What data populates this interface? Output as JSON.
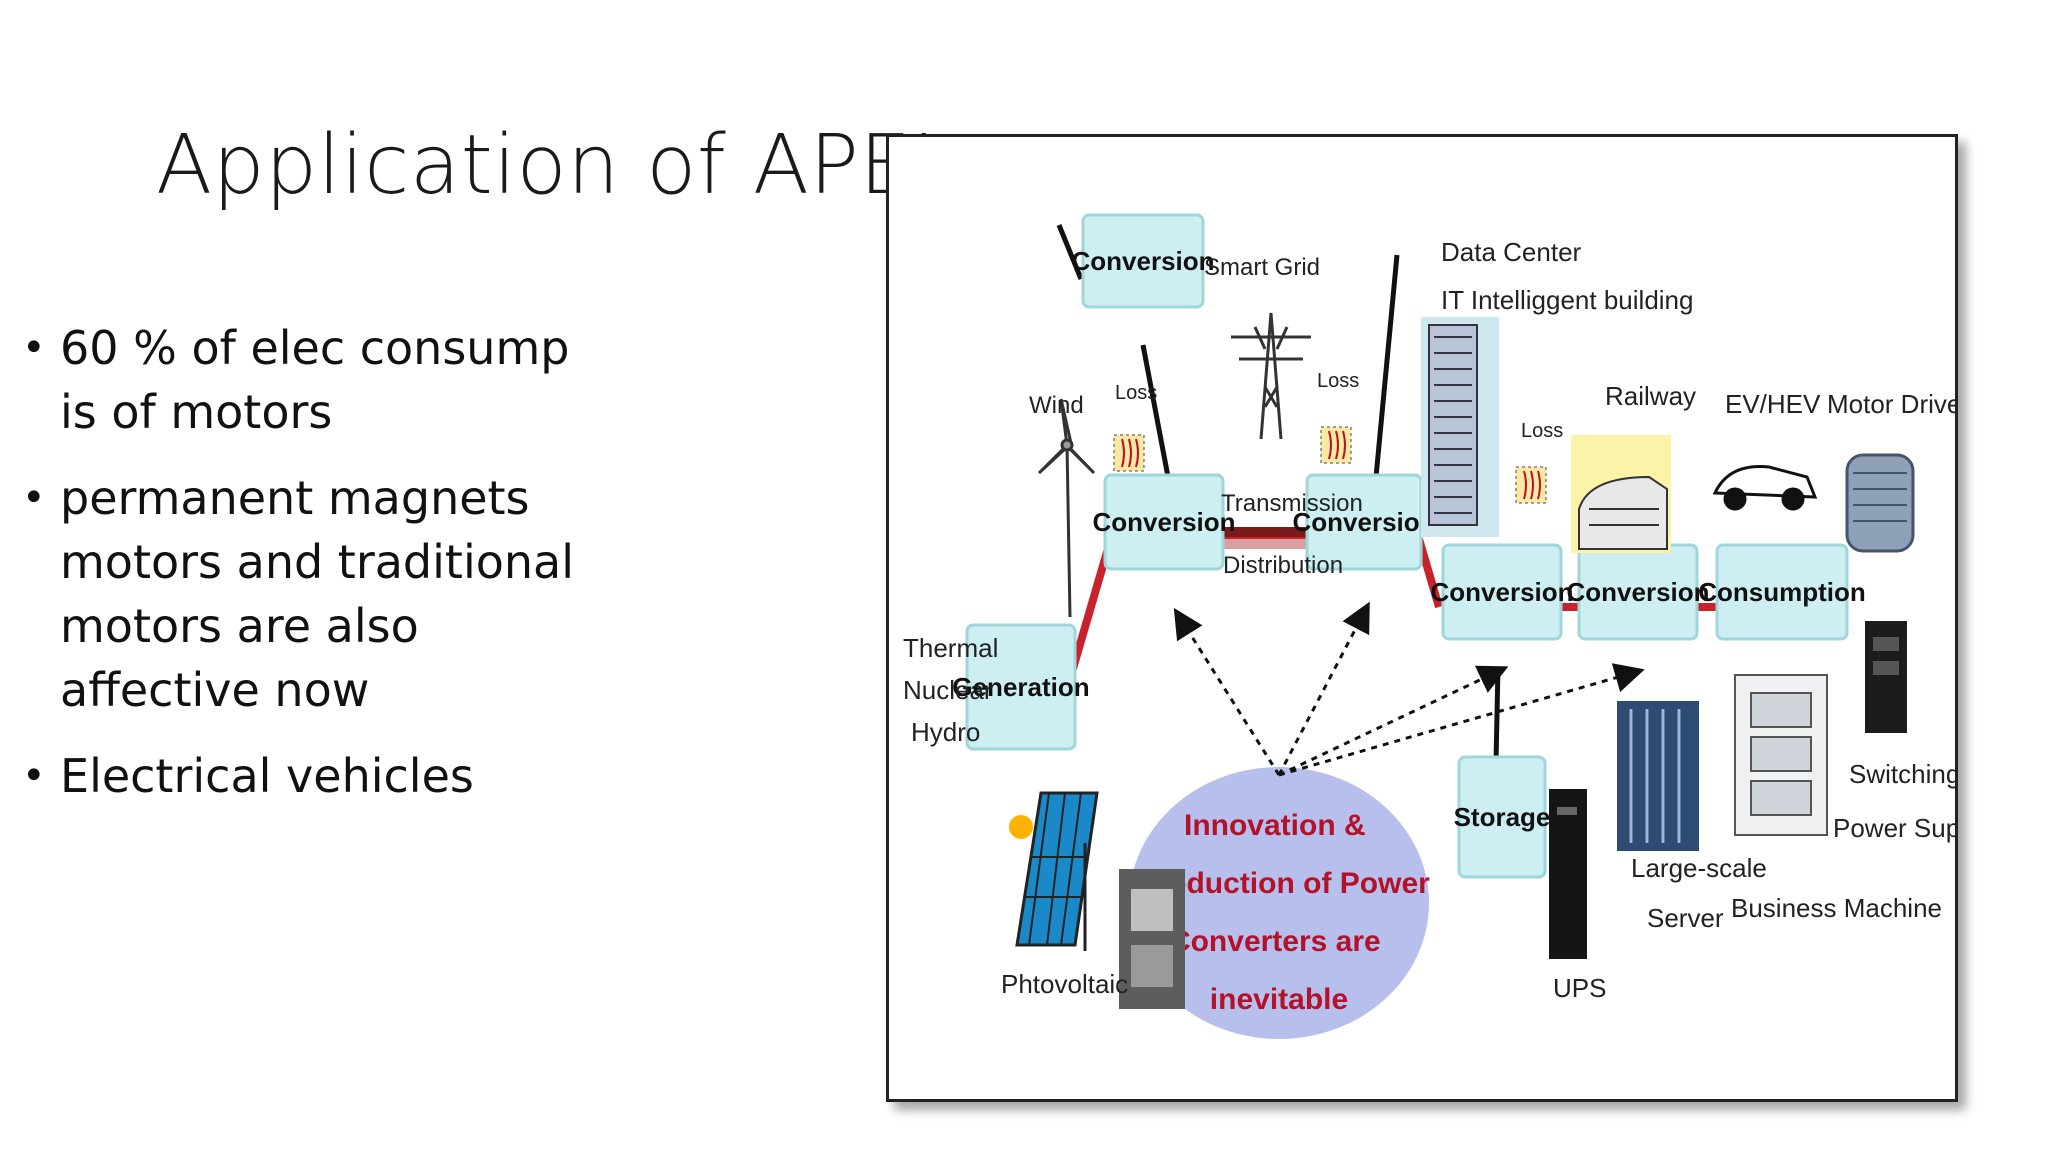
{
  "slide": {
    "title": "Application of APEI",
    "bullets": [
      {
        "lines": [
          "60 % of elec consump",
          "is of motors"
        ]
      },
      {
        "lines": [
          "permanent magnets",
          "motors and traditional",
          "motors are also",
          "affective now"
        ]
      },
      {
        "lines": [
          "Electrical vehicles"
        ]
      }
    ]
  },
  "diagram": {
    "boxes": {
      "conversion_top": "Conversion",
      "conversion_left": "Conversion",
      "conversion_mid": "Conversion",
      "conversion_r1": "Conversion",
      "conversion_r2": "Conversion",
      "consumption": "Consumption",
      "generation": "Generation",
      "storage": "Storage"
    },
    "labels": {
      "smart_grid": "Smart Grid",
      "wind": "Wind",
      "loss_1": "Loss",
      "loss_2": "Loss",
      "loss_3": "Loss",
      "data_center": "Data Center",
      "it_building": "IT Intelliggent building",
      "railway": "Railway",
      "ev_hev": "EV/HEV",
      "motor_drive": "Motor Drive",
      "transmission": "Transmission",
      "distribution": "Distribution",
      "thermal": "Thermal",
      "nuclear": "Nuclear",
      "hydro": "Hydro",
      "photovoltaic": "Phtovoltaic",
      "ups": "UPS",
      "large_scale_1": "Large-scale",
      "large_scale_2": "Server",
      "business_machine": "Business Machine",
      "switching_1": "Switching",
      "switching_2": "Power Supply"
    },
    "innovation": [
      "Innovation &",
      "Introduction of Power",
      "Converters are",
      "inevitable"
    ],
    "colors": {
      "box_fill": "#cdeff2",
      "box_stroke": "#9fd6dc",
      "red_line": "#c8232c",
      "ellipse_fill": "#b7c0ec",
      "ellipse_text": "#b3122a"
    }
  }
}
